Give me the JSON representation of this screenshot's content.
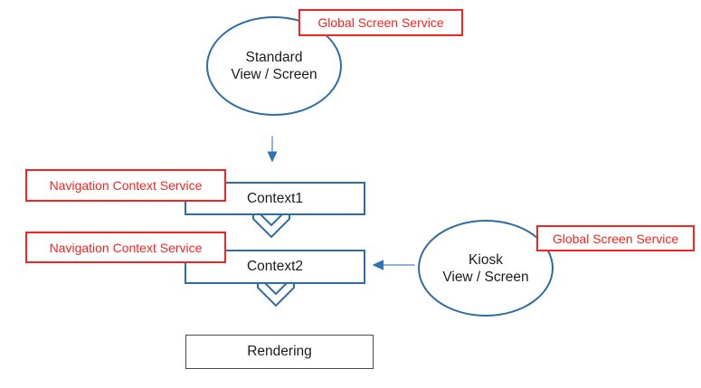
{
  "colors": {
    "shape_blue": "#2e6da4",
    "arrow_shaft_blue": "#7fa8d9",
    "arrow_head_blue": "#2e75b5",
    "annotation_red": "#f42420",
    "rendering_border": "#4a4a4a",
    "text_black": "#1c1c1c",
    "background": "#ffffff"
  },
  "nodes": {
    "standard_screen": {
      "line1": "Standard",
      "line2": "View / Screen"
    },
    "kiosk_screen": {
      "line1": "Kiosk",
      "line2": "View / Screen"
    },
    "context1": {
      "label": "Context1"
    },
    "context2": {
      "label": "Context2"
    },
    "rendering": {
      "label": "Rendering"
    }
  },
  "annotations": {
    "top_global": "Global Screen Service",
    "right_global": "Global Screen Service",
    "nav_context_1": "Navigation Context Service",
    "nav_context_2": "Navigation Context Service"
  }
}
